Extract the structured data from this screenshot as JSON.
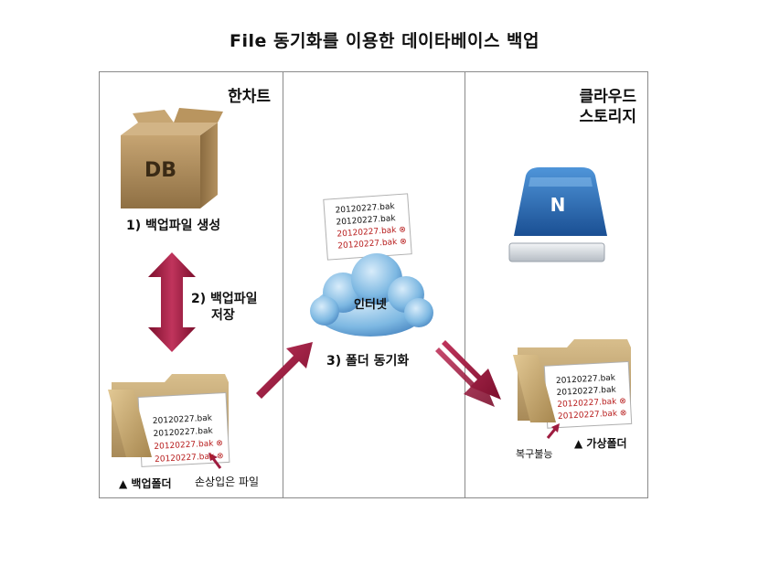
{
  "title": "File 동기화를 이용한 데이타베이스 백업",
  "columns": {
    "left": "한차트",
    "right_line1": "클라우드",
    "right_line2": "스토리지"
  },
  "db_box": {
    "label": "DB"
  },
  "steps": {
    "step1": "1) 백업파일 생성",
    "step2_line1": "2) 백업파일",
    "step2_line2": "저장",
    "step3": "3) 폴더 동기화"
  },
  "cloud": {
    "label": "인터넷"
  },
  "drive": {
    "label": "N"
  },
  "files": {
    "ok1": "20120227.bak",
    "ok2": "20120227.bak",
    "bad1": "20120227.bak",
    "bad2": "20120227.bak"
  },
  "captions": {
    "backup_folder": "▲ 백업폴더",
    "corrupt_file": "손상입은 파일",
    "virtual_folder": "▲ 가상폴더",
    "unrecoverable": "복구불능"
  },
  "colors": {
    "arrow": "#9e1c3f",
    "corrupt_text": "#b81e1e",
    "cloud": "#6aa8d8",
    "drive": "#1f5fa8",
    "box": "#b09060",
    "folder": "#c9ab78"
  }
}
